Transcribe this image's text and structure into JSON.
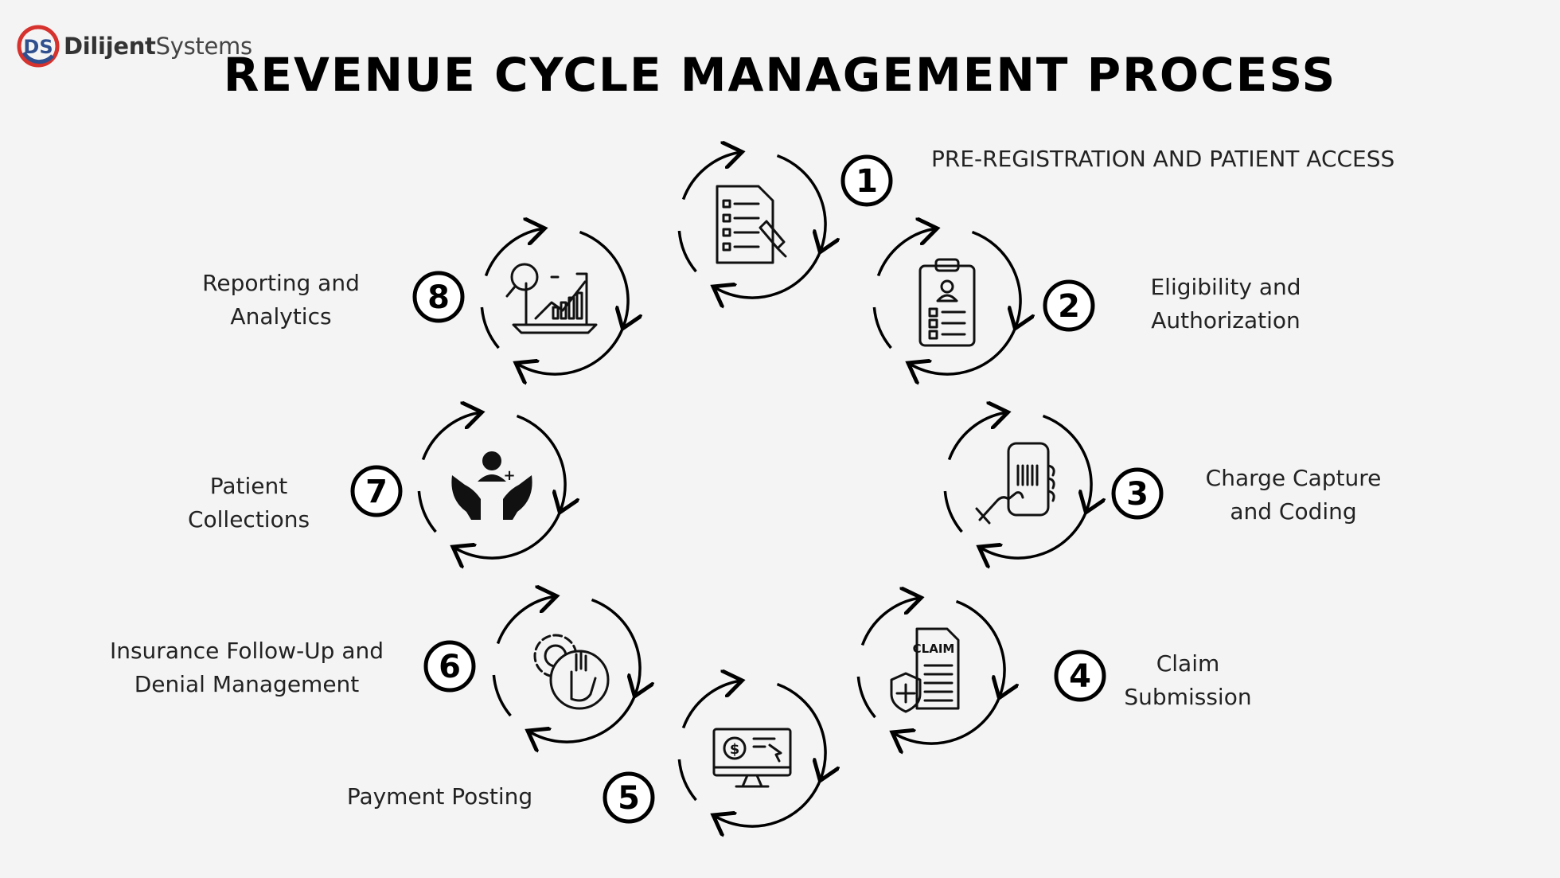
{
  "brand": {
    "name_bold": "Dilijent",
    "name_light": "Systems"
  },
  "title": "REVENUE CYCLE MANAGEMENT PROCESS",
  "steps": [
    {
      "number": "1",
      "label": "PRE-REGISTRATION AND PATIENT ACCESS",
      "icon": "document-checklist-pen-icon"
    },
    {
      "number": "2",
      "label": "Eligibility and\nAuthorization",
      "icon": "clipboard-person-checklist-icon"
    },
    {
      "number": "3",
      "label": "Charge Capture\nand Coding",
      "icon": "hand-phone-barcode-icon"
    },
    {
      "number": "4",
      "label": "Claim\nSubmission",
      "icon": "claim-document-shield-icon",
      "icon_text": "CLAIM"
    },
    {
      "number": "5",
      "label": "Payment Posting",
      "icon": "monitor-payment-icon"
    },
    {
      "number": "6",
      "label": "Insurance Follow-Up and\nDenial Management",
      "icon": "gear-stop-hand-icon"
    },
    {
      "number": "7",
      "label": "Patient\nCollections",
      "icon": "hands-person-plus-icon"
    },
    {
      "number": "8",
      "label": "Reporting and\nAnalytics",
      "icon": "laptop-growth-chart-icon"
    }
  ]
}
